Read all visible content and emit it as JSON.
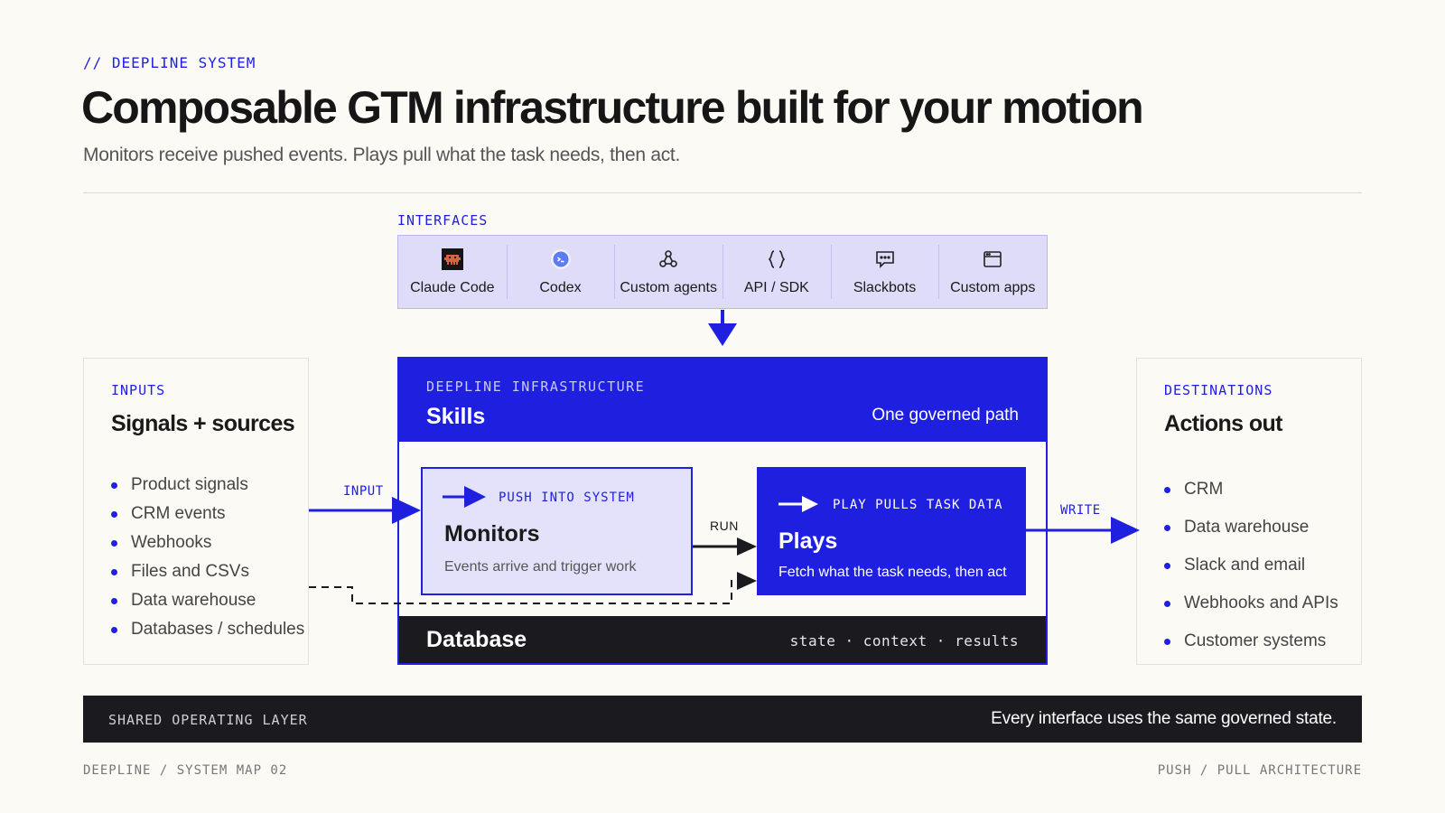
{
  "header": {
    "eyebrow": "// DEEPLINE SYSTEM",
    "title": "Composable GTM infrastructure built for your motion",
    "subtitle": "Monitors receive pushed events. Plays pull what the task needs, then act."
  },
  "interfaces": {
    "label": "INTERFACES",
    "items": [
      {
        "label": "Claude Code",
        "icon": "claude-code-icon"
      },
      {
        "label": "Codex",
        "icon": "codex-icon"
      },
      {
        "label": "Custom agents",
        "icon": "agents-network-icon"
      },
      {
        "label": "API / SDK",
        "icon": "braces-icon"
      },
      {
        "label": "Slackbots",
        "icon": "chat-bubble-icon"
      },
      {
        "label": "Custom apps",
        "icon": "app-window-icon"
      }
    ]
  },
  "inputs": {
    "eyebrow": "INPUTS",
    "title": "Signals + sources",
    "items": [
      "Product signals",
      "CRM events",
      "Webhooks",
      "Files and CSVs",
      "Data warehouse",
      "Databases / schedules"
    ]
  },
  "infrastructure": {
    "eyebrow": "DEEPLINE INFRASTRUCTURE",
    "title": "Skills",
    "tagline": "One governed path",
    "monitors": {
      "eyebrow": "PUSH INTO SYSTEM",
      "title": "Monitors",
      "description": "Events arrive and trigger work"
    },
    "plays": {
      "eyebrow": "PLAY PULLS TASK DATA",
      "title": "Plays",
      "description": "Fetch what the task needs, then act"
    },
    "database": {
      "title": "Database",
      "meta": "state · context · results"
    }
  },
  "flow_labels": {
    "input": "INPUT",
    "run": "RUN",
    "write": "WRITE"
  },
  "destinations": {
    "eyebrow": "DESTINATIONS",
    "title": "Actions out",
    "items": [
      "CRM",
      "Data warehouse",
      "Slack and email",
      "Webhooks and APIs",
      "Customer systems"
    ]
  },
  "shared_layer": {
    "label": "SHARED OPERATING LAYER",
    "statement": "Every interface uses the same governed state."
  },
  "footer": {
    "left": "DEEPLINE / SYSTEM MAP 02",
    "right": "PUSH / PULL ARCHITECTURE"
  },
  "colors": {
    "accent": "#1f1fe0",
    "dark": "#1b1b1f",
    "background": "#fbfaf5",
    "interface_bg": "#dedcf8"
  }
}
